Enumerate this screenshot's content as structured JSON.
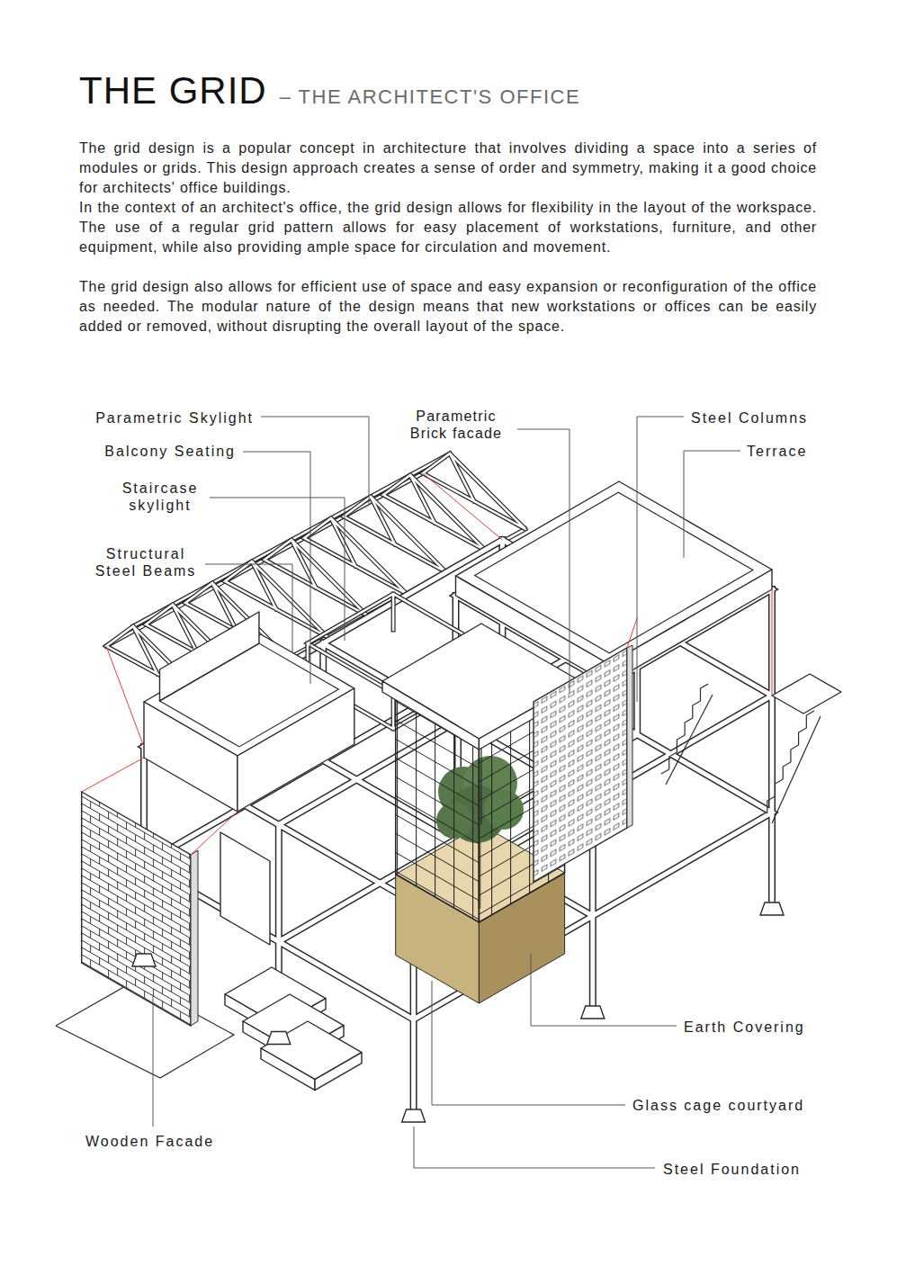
{
  "diagram": {
    "title": "THE GRID",
    "labels": [
      "– THE ARCHITECT'S OFFICE",
      "The grid design is a popular concept in architecture that involves dividing a space into a series of modules or grids. This design approach creates a sense of order and symmetry, making it a good choice for architects' office buildings.",
      "In the context of an architect's office, the grid design allows for flexibility in the layout of the workspace. The use of a regular grid pattern allows for easy placement of workstations, furniture, and other equipment, while also providing ample space for circulation and movement.",
      "The grid design also allows for efficient use of space and easy expansion or reconfiguration of the office as needed. The modular nature of the design means that new workstations or offices can be easily added or removed, without disrupting the overall layout of the space.",
      "Parametric Skylight",
      "Balcony Seating",
      "Staircase skylight",
      "Structural Steel Beams",
      "Parametric Brick facade",
      "Steel Columns",
      "Terrace",
      "Earth Covering",
      "Glass cage courtyard",
      "Steel Foundation",
      "Wooden Facade"
    ]
  }
}
